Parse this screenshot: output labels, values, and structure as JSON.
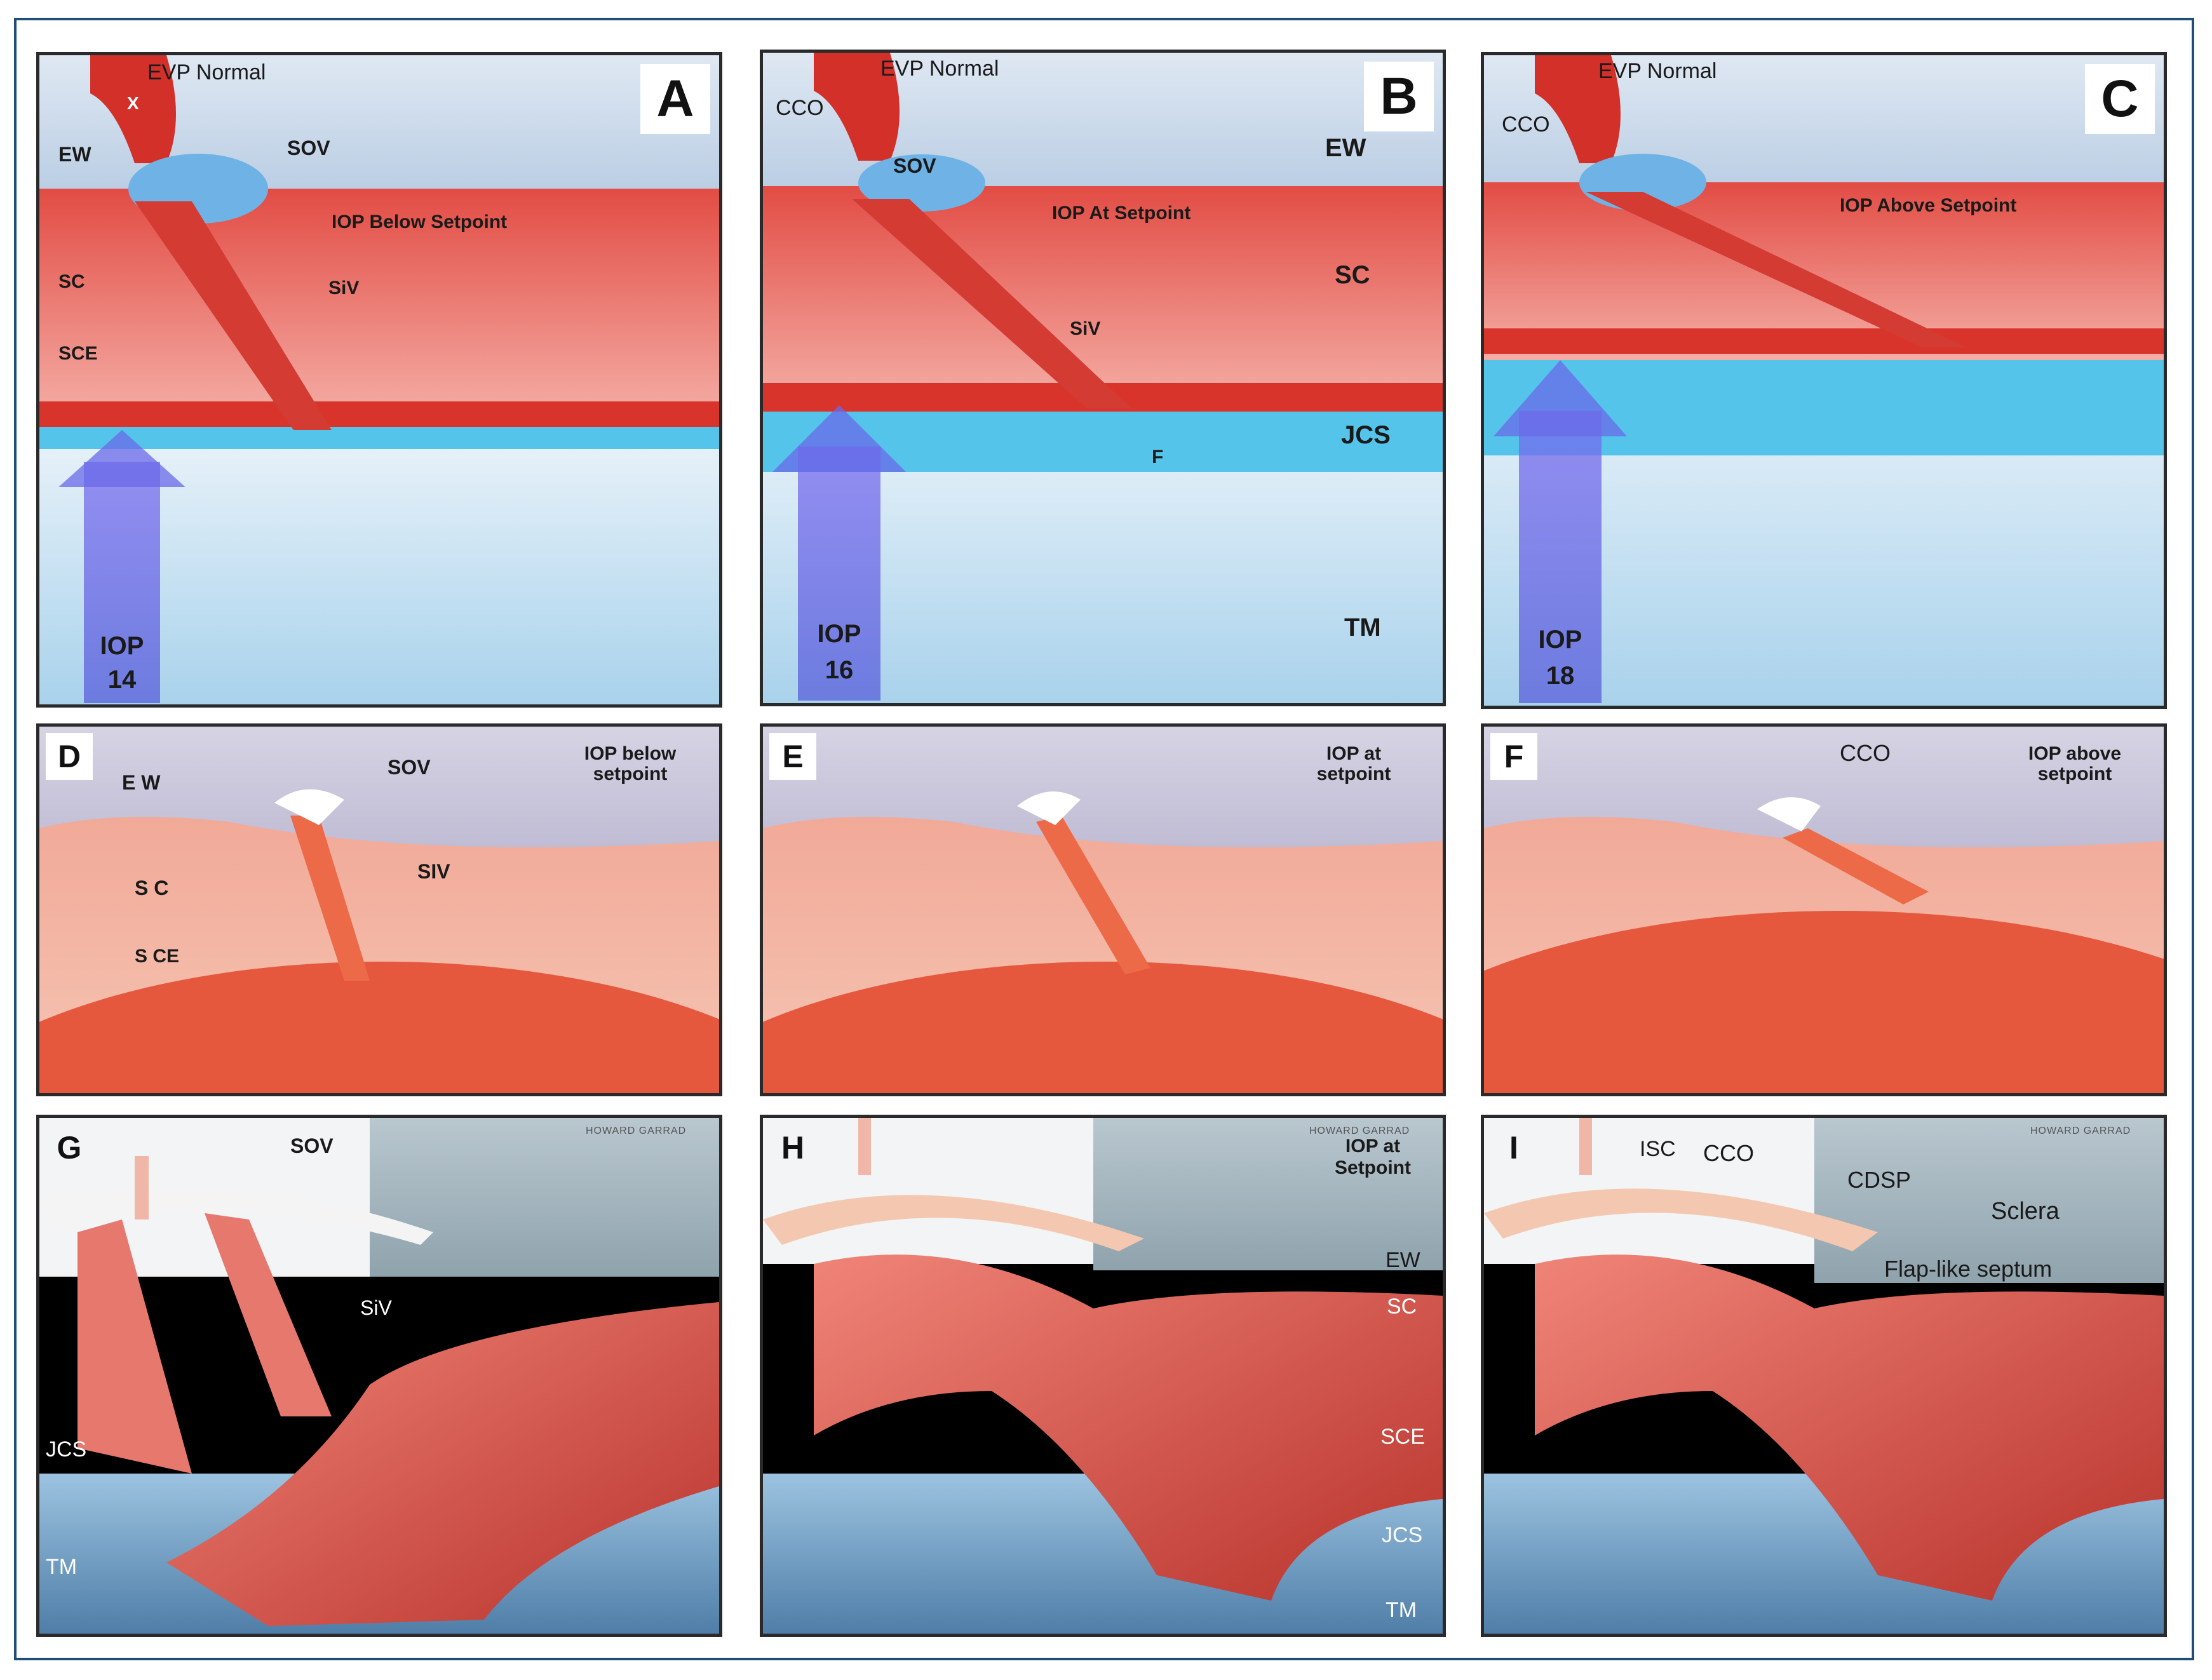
{
  "colors": {
    "border": "#2a2a2a",
    "frame": "#1f4e79",
    "wall": "#c4d5e8",
    "canal": "#ee8e88",
    "endothelium": "#d8342c",
    "tm": "#cfe4f2",
    "iop_arrow": "#5a5ae8",
    "vessel": "#e0312b",
    "sov": "#6fb3e6"
  },
  "panels_top": [
    {
      "letter": "A",
      "evp": "EVP Normal",
      "ew": "EW",
      "sov": "SOV",
      "iop_state": "IOP Below  Setpoint",
      "sc": "SC",
      "siv": "SiV",
      "sce": "SCE",
      "iop_label": "IOP",
      "iop_value": "14",
      "x_mark": "X"
    },
    {
      "letter": "B",
      "evp": "EVP Normal",
      "cco": "CCO",
      "ew": "EW",
      "sov": "SOV",
      "iop_state": "IOP At Setpoint",
      "sc": "SC",
      "siv": "SiV",
      "jcs": "JCS",
      "f": "F",
      "tm": "TM",
      "iop_label": "IOP",
      "iop_value": "16"
    },
    {
      "letter": "C",
      "evp": "EVP Normal",
      "cco": "CCO",
      "iop_state": "IOP Above Setpoint",
      "iop_label": "IOP",
      "iop_value": "18"
    }
  ],
  "panels_mid": [
    {
      "letter": "D",
      "ew": "E W",
      "sov": "SOV",
      "iop_state_1": "IOP below",
      "iop_state_2": "setpoint",
      "sc": "S C",
      "siv": "SIV",
      "sce": "S CE"
    },
    {
      "letter": "E",
      "iop_state_1": "IOP at",
      "iop_state_2": "setpoint"
    },
    {
      "letter": "F",
      "cco": "CCO",
      "iop_state_1": "IOP above",
      "iop_state_2": "setpoint"
    }
  ],
  "panels_bot": [
    {
      "letter": "G",
      "sov": "SOV",
      "siv": "SiV",
      "jcs": "JCS",
      "tm": "TM",
      "credit": "HOWARD GARRAD"
    },
    {
      "letter": "H",
      "iop_state_1": "IOP at",
      "iop_state_2": "Setpoint",
      "ew": "EW",
      "sc": "SC",
      "sce": "SCE",
      "jcs": "JCS",
      "tm": "TM",
      "credit": "HOWARD GARRAD"
    },
    {
      "letter": "I",
      "isc": "ISC",
      "cco": "CCO",
      "cdsp": "CDSP",
      "sclera": "Sclera",
      "septum": "Flap-like septum",
      "credit": "HOWARD GARRAD"
    }
  ]
}
